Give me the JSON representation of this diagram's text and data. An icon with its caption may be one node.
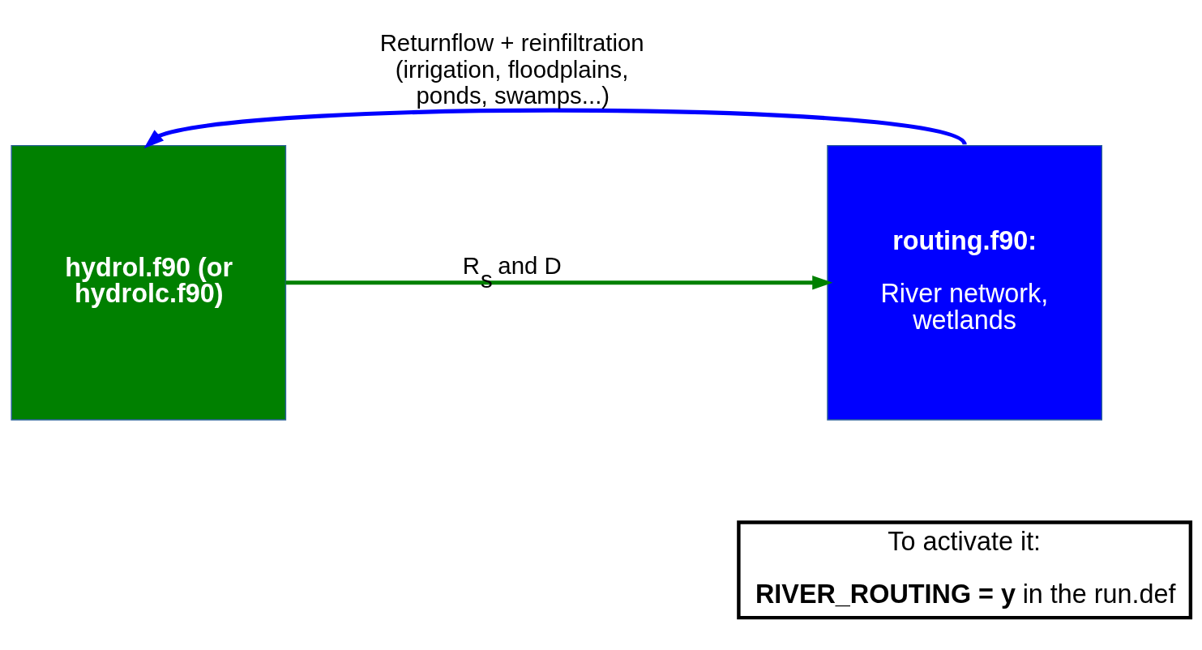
{
  "diagram": {
    "nodes": [
      {
        "text": [
          "hydrol.f90 (or hydrolc.f90)"
        ]
      },
      {
        "text": [
          "routing.f90:",
          "River network, wetlands"
        ]
      },
      {
        "text": [
          "To activate it:",
          "**RIVER_ROUTING = y** in the run.def"
        ]
      }
    ],
    "edges": [
      {
        "from": 0,
        "to": 1,
        "arrow": "to",
        "label": "R$_{s}$ and D",
        "color": "#008000"
      },
      {
        "from": 1,
        "to": 0,
        "arrow": "to",
        "label": "Returnflow + reinfiltration (irrigation, floodplains, ponds, swamps...)",
        "color": "#0000ff"
      }
    ]
  }
}
